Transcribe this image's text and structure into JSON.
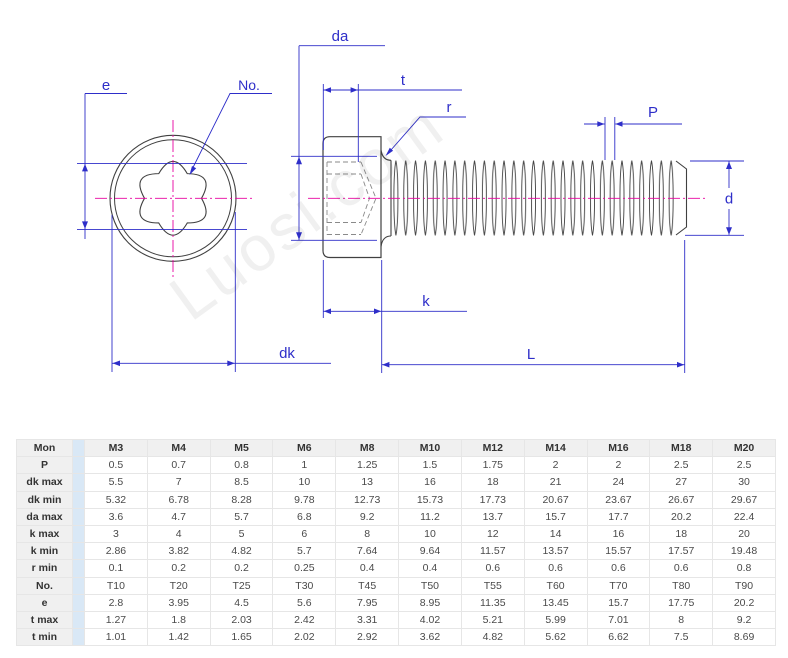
{
  "drawing": {
    "watermark": "Luosi.com",
    "dim_labels": {
      "da": "da",
      "t": "t",
      "r": "r",
      "p": "P",
      "d": "d",
      "k": "k",
      "l": "L",
      "e": "e",
      "no": "No.",
      "dk": "dk"
    }
  },
  "colors": {
    "dimension_blue": "#2e2ec9",
    "centerline_magenta": "#e7009f",
    "outline_dark": "#404040",
    "hidden_line_gray": "#8a8a8a",
    "table_header_bg": "#f0f0f0",
    "accent_strip_blue": "#d9e8f6"
  },
  "table": {
    "corner_label": "Mon",
    "columns": [
      "M3",
      "M4",
      "M5",
      "M6",
      "M8",
      "M10",
      "M12",
      "M14",
      "M16",
      "M18",
      "M20"
    ],
    "rows": [
      {
        "label": "P",
        "values": [
          "0.5",
          "0.7",
          "0.8",
          "1",
          "1.25",
          "1.5",
          "1.75",
          "2",
          "2",
          "2.5",
          "2.5"
        ]
      },
      {
        "label": "dk max",
        "values": [
          "5.5",
          "7",
          "8.5",
          "10",
          "13",
          "16",
          "18",
          "21",
          "24",
          "27",
          "30"
        ]
      },
      {
        "label": "dk min",
        "values": [
          "5.32",
          "6.78",
          "8.28",
          "9.78",
          "12.73",
          "15.73",
          "17.73",
          "20.67",
          "23.67",
          "26.67",
          "29.67"
        ]
      },
      {
        "label": "da max",
        "values": [
          "3.6",
          "4.7",
          "5.7",
          "6.8",
          "9.2",
          "11.2",
          "13.7",
          "15.7",
          "17.7",
          "20.2",
          "22.4"
        ]
      },
      {
        "label": "k max",
        "values": [
          "3",
          "4",
          "5",
          "6",
          "8",
          "10",
          "12",
          "14",
          "16",
          "18",
          "20"
        ]
      },
      {
        "label": "k min",
        "values": [
          "2.86",
          "3.82",
          "4.82",
          "5.7",
          "7.64",
          "9.64",
          "11.57",
          "13.57",
          "15.57",
          "17.57",
          "19.48"
        ]
      },
      {
        "label": "r min",
        "values": [
          "0.1",
          "0.2",
          "0.2",
          "0.25",
          "0.4",
          "0.4",
          "0.6",
          "0.6",
          "0.6",
          "0.6",
          "0.8"
        ]
      },
      {
        "label": "No.",
        "values": [
          "T10",
          "T20",
          "T25",
          "T30",
          "T45",
          "T50",
          "T55",
          "T60",
          "T70",
          "T80",
          "T90"
        ]
      },
      {
        "label": "e",
        "values": [
          "2.8",
          "3.95",
          "4.5",
          "5.6",
          "7.95",
          "8.95",
          "11.35",
          "13.45",
          "15.7",
          "17.75",
          "20.2"
        ]
      },
      {
        "label": "t max",
        "values": [
          "1.27",
          "1.8",
          "2.03",
          "2.42",
          "3.31",
          "4.02",
          "5.21",
          "5.99",
          "7.01",
          "8",
          "9.2"
        ]
      },
      {
        "label": "t min",
        "values": [
          "1.01",
          "1.42",
          "1.65",
          "2.02",
          "2.92",
          "3.62",
          "4.82",
          "5.62",
          "6.62",
          "7.5",
          "8.69"
        ]
      }
    ]
  }
}
